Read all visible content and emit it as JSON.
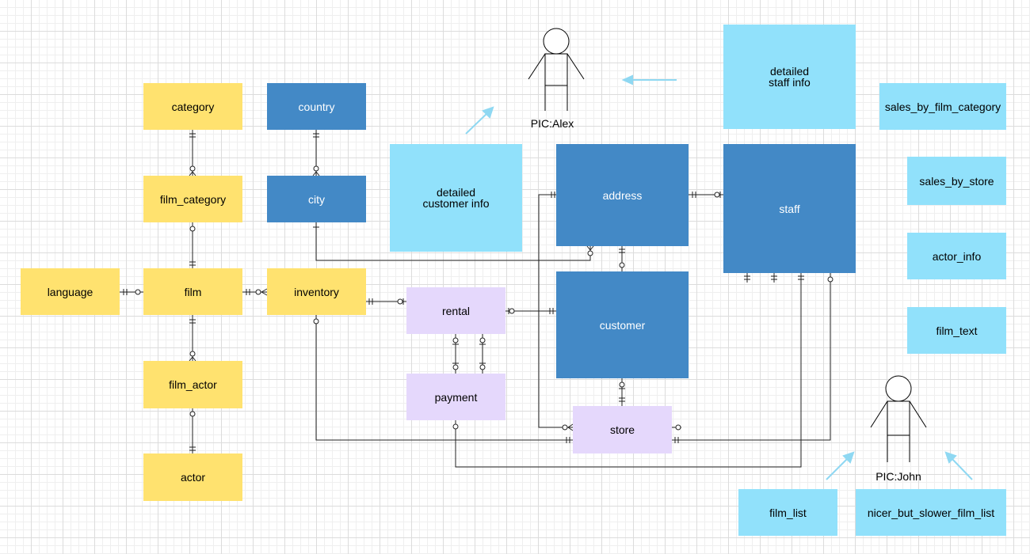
{
  "entities": {
    "category": "category",
    "film_category": "film_category",
    "language": "language",
    "film": "film",
    "film_actor": "film_actor",
    "actor": "actor",
    "country": "country",
    "city": "city",
    "inventory": "inventory",
    "rental": "rental",
    "payment": "payment",
    "address": "address",
    "customer": "customer",
    "store": "store",
    "staff": "staff"
  },
  "views": {
    "detailed_customer_info": "detailed\ncustomer info",
    "detailed_staff_info": "detailed\nstaff info",
    "sales_by_film_category": "sales_by_film_category",
    "sales_by_store": "sales_by_store",
    "actor_info": "actor_info",
    "film_text": "film_text",
    "film_list": "film_list",
    "nicer_but_slower_film_list": "nicer_but_slower_film_list"
  },
  "actors": {
    "alex": "PIC:Alex",
    "john": "PIC:John"
  },
  "colors": {
    "core_entity": "#ffe26f",
    "location_entity": "#4389c6",
    "view": "#91e1fb",
    "transaction_entity": "#e5d8fc",
    "connector": "#222222",
    "arrow": "#8fd8f2"
  }
}
